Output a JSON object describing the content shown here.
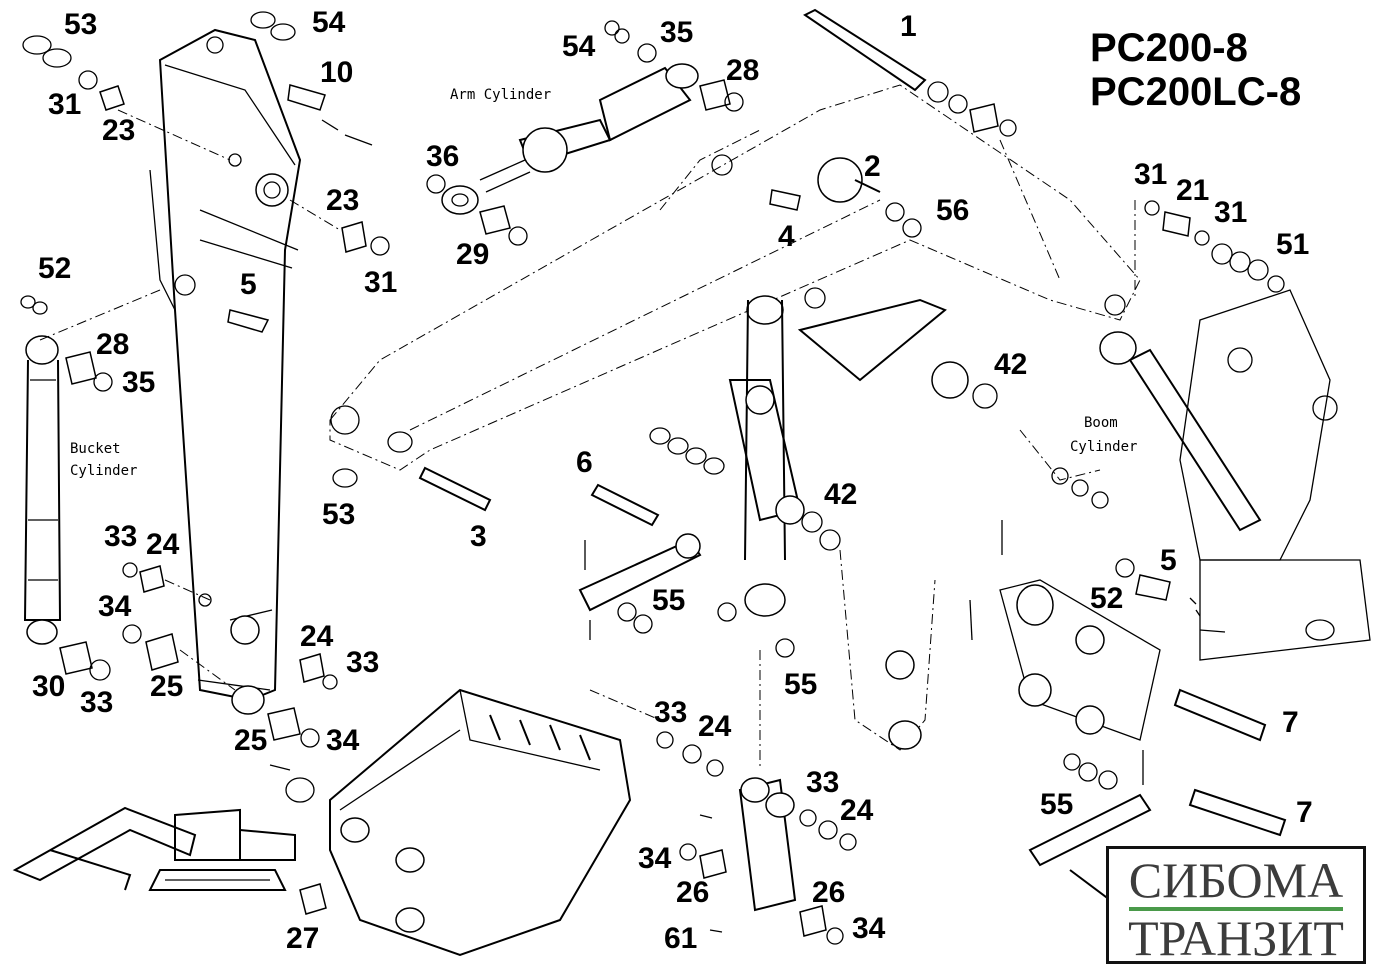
{
  "model": {
    "line1": "PC200-8",
    "line2": "PC200LC-8"
  },
  "tags": {
    "arm_cylinder": "Arm Cylinder",
    "bucket_cylinder_1": "Bucket",
    "bucket_cylinder_2": "Cylinder",
    "boom_cylinder_1": "Boom",
    "boom_cylinder_2": "Cylinder"
  },
  "logo": {
    "line1": "СИБОМА",
    "line2": "ТРАНЗИТ",
    "accent": "#4a9a4a"
  },
  "callouts": [
    "53",
    "54",
    "31",
    "23",
    "10",
    "23",
    "31",
    "52",
    "5",
    "28",
    "35",
    "33",
    "24",
    "34",
    "25",
    "24",
    "33",
    "30",
    "33",
    "25",
    "34",
    "27",
    "54",
    "35",
    "28",
    "36",
    "29",
    "1",
    "2",
    "4",
    "56",
    "31",
    "21",
    "31",
    "51",
    "42",
    "6",
    "42",
    "53",
    "3",
    "5",
    "52",
    "55",
    "55",
    "33",
    "24",
    "33",
    "24",
    "34",
    "26",
    "26",
    "34",
    "61",
    "55",
    "7",
    "7"
  ],
  "colors": {
    "ink": "#000000",
    "background": "#ffffff",
    "logo_text": "#3c3c3c"
  }
}
